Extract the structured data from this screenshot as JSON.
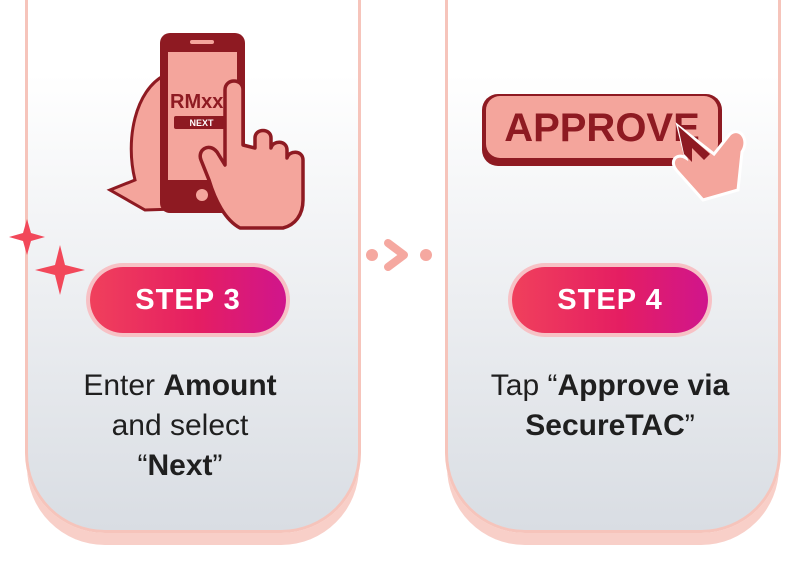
{
  "step3": {
    "badge": "STEP 3",
    "line1_pre": "Enter ",
    "line1_bold": "Amount",
    "line2": "and select",
    "line3_open": "“",
    "line3_bold": "Next",
    "line3_close": "”",
    "phone_amount": "RMxx",
    "phone_button": "NEXT"
  },
  "step4": {
    "badge": "STEP 4",
    "line1_pre": "Tap “",
    "line1_bold": "Approve via",
    "line2_bold": "SecureTAC",
    "line2_close": "”",
    "button_label": "APPROVE"
  },
  "colors": {
    "accent": "#e51e62",
    "dark_red": "#8e1a22",
    "pink": "#f5a8a0"
  }
}
